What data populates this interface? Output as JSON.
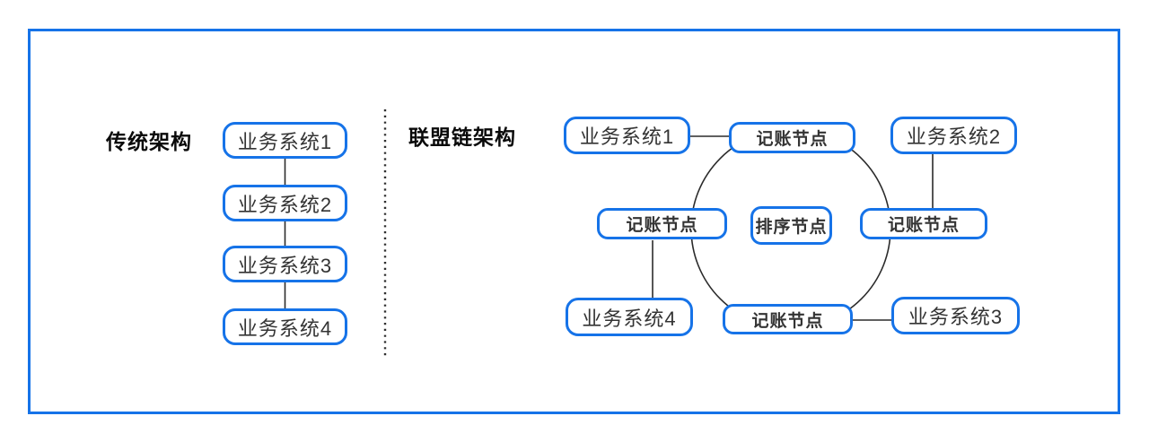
{
  "colors": {
    "accent_blue": "#1673e8",
    "line_black": "#2b2b2b",
    "node_text": "#333333",
    "title_text": "#0a0a0a"
  },
  "left_panel": {
    "title": "传统架构",
    "nodes": [
      "业务系统1",
      "业务系统2",
      "业务系统3",
      "业务系统4"
    ]
  },
  "right_panel": {
    "title": "联盟链架构",
    "business_nodes": [
      "业务系统1",
      "业务系统2",
      "业务系统3",
      "业务系统4"
    ],
    "ledger_node_label": "记账节点",
    "ordering_node_label": "排序节点"
  }
}
